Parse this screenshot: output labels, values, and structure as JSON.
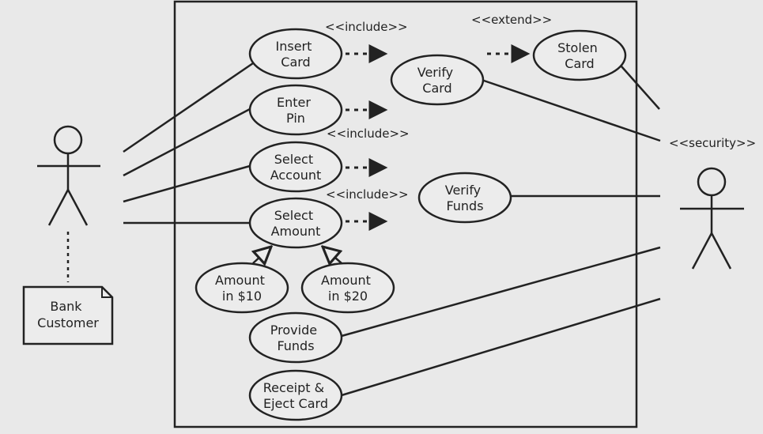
{
  "colors": {
    "background": "#e9e9e9",
    "ink": "#222222",
    "shape_fill": "#ececec"
  },
  "use_cases": {
    "insert_card": [
      "Insert",
      "Card"
    ],
    "enter_pin": [
      "Enter",
      "Pin"
    ],
    "select_account": [
      "Select",
      "Account"
    ],
    "select_amount": [
      "Select",
      "Amount"
    ],
    "amount_10": [
      "Amount",
      "in $10"
    ],
    "amount_20": [
      "Amount",
      "in $20"
    ],
    "provide_funds": [
      "Provide",
      "Funds"
    ],
    "receipt_eject": [
      "Receipt &",
      "Eject Card"
    ],
    "verify_card": [
      "Verify",
      "Card"
    ],
    "stolen_card": [
      "Stolen",
      "Card"
    ],
    "verify_funds": [
      "Verify",
      "Funds"
    ]
  },
  "stereotypes": {
    "include_1": "<<include>>",
    "include_2": "<<include>>",
    "include_3": "<<include>>",
    "extend": "<<extend>>",
    "security": "<<security>>"
  },
  "note": {
    "lines": [
      "Bank",
      "Customer"
    ]
  }
}
